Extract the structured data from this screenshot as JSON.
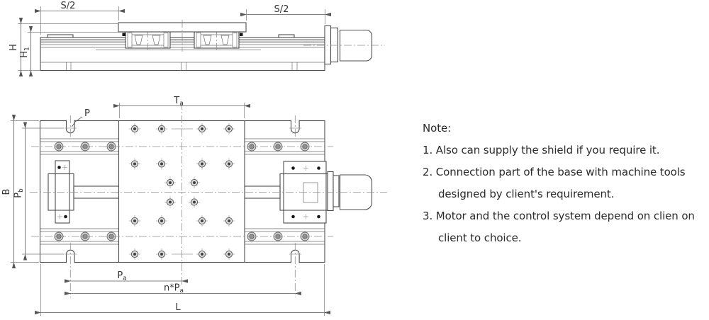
{
  "drawing": {
    "side_view": {
      "dims": {
        "s2_left": {
          "main": "S/2"
        },
        "s2_right": {
          "main": "S/2"
        },
        "h_outer": {
          "main": "H"
        },
        "h_inner": {
          "main": "H",
          "sub": "1"
        }
      }
    },
    "top_view": {
      "dims": {
        "ta": {
          "main": "T",
          "sub": "a"
        },
        "p": {
          "main": "P"
        },
        "b": {
          "main": "B"
        },
        "pb": {
          "main": "P",
          "sub": "b"
        },
        "pa": {
          "main": "P",
          "sub": "a"
        },
        "n_pa": {
          "main": "n*P",
          "sub": "a"
        },
        "l": {
          "main": "L"
        }
      }
    }
  },
  "notes": {
    "title": "Note:",
    "lines": [
      "1. Also can supply the shield if you require it.",
      "2. Connection part of the base with machine tools",
      "designed by client's requirement.",
      "3. Motor and the control system depend on clien on",
      "client to choice."
    ]
  },
  "colors": {
    "outline": "#4d4d4d",
    "centerline": "#8f8f8f",
    "note_text": "#2b2b2b"
  }
}
